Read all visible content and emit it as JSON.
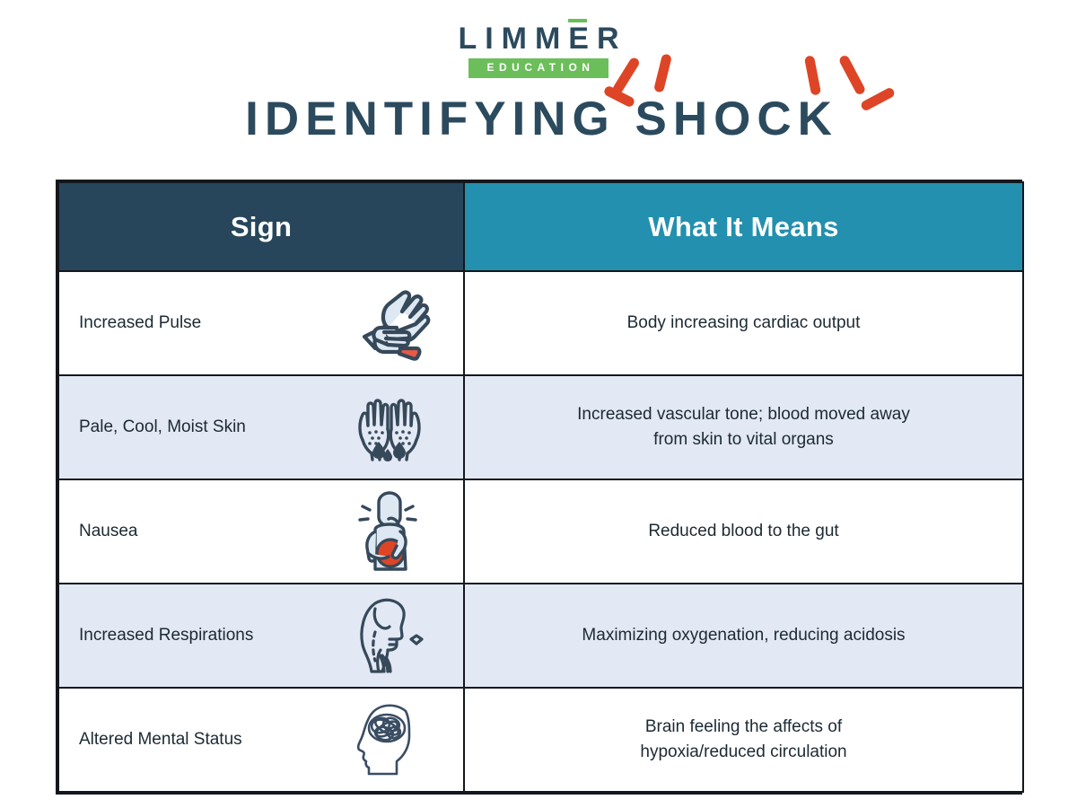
{
  "brand": {
    "name_part1": "LIMM",
    "name_e": "E",
    "name_part2": "R",
    "tagline": "EDUCATION",
    "accent_green": "#6cbe5a",
    "navy": "#2b4a5e"
  },
  "title": "IDENTIFYING SHOCK",
  "accents": {
    "red": "#dd4526",
    "teal": "#2290ae",
    "header_navy": "#27465c",
    "alt_row_bg": "#e2e8f4",
    "border": "#14181c"
  },
  "table": {
    "headers": {
      "sign": "Sign",
      "meaning": "What It Means"
    },
    "rows": [
      {
        "sign": "Increased Pulse",
        "icon": "pulse-check-hands-icon",
        "meaning": "Body increasing cardiac output",
        "meaning_line1": "Body increasing cardiac output",
        "meaning_line2": "",
        "shaded": false
      },
      {
        "sign": "Pale, Cool, Moist Skin",
        "icon": "sweating-hands-icon",
        "meaning": "Increased vascular tone; blood moved away from skin to vital organs",
        "meaning_line1": "Increased vascular tone; blood moved away",
        "meaning_line2": "from skin to vital organs",
        "shaded": true
      },
      {
        "sign": "Nausea",
        "icon": "nausea-person-icon",
        "meaning": "Reduced blood to the gut",
        "meaning_line1": "Reduced blood to the gut",
        "meaning_line2": "",
        "shaded": false
      },
      {
        "sign": "Increased Respirations",
        "icon": "breathing-head-icon",
        "meaning": "Maximizing oxygenation, reducing acidosis",
        "meaning_line1": "Maximizing oxygenation, reducing acidosis",
        "meaning_line2": "",
        "shaded": true
      },
      {
        "sign": "Altered Mental Status",
        "icon": "brain-head-icon",
        "meaning": "Brain feeling the affects of hypoxia/reduced circulation",
        "meaning_line1": "Brain feeling the affects of",
        "meaning_line2": "hypoxia/reduced circulation",
        "shaded": false
      }
    ]
  }
}
